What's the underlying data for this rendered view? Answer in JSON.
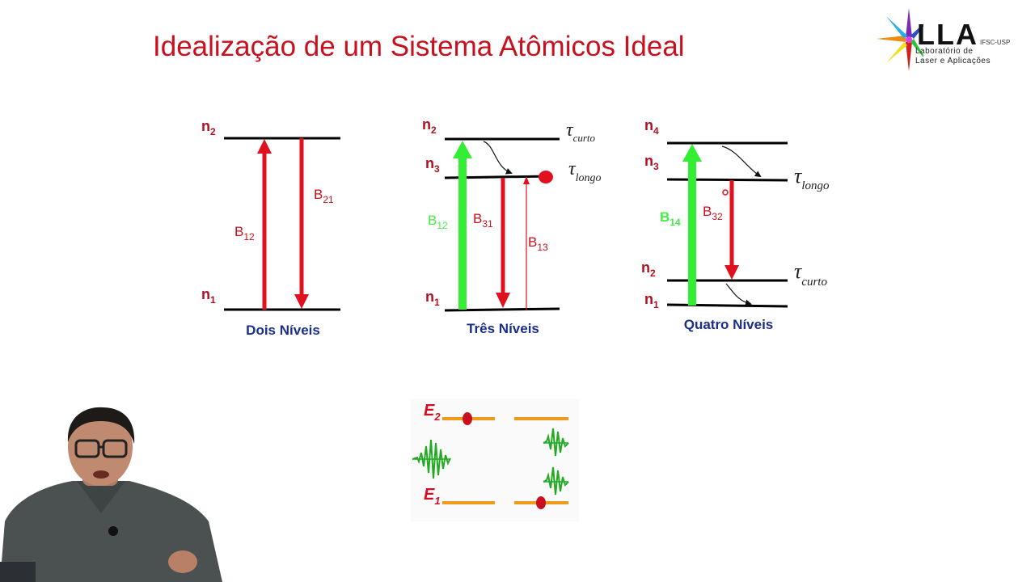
{
  "slide": {
    "title": "Idealização de um Sistema  Atômicos Ideal"
  },
  "logo": {
    "main": "LLA",
    "tag": "IFSC-USP",
    "line1": "Laboratório de",
    "line2": "Laser e Aplicações"
  },
  "colors": {
    "title": "#c8101e",
    "red_arrow": "#e0101e",
    "green_arrow": "#33ee33",
    "level_label": "#b01020",
    "caption": "#1a2f8a",
    "energy_level": "#f09a1c",
    "photon": "#22aa22"
  },
  "two_level": {
    "caption": "Dois Níveis",
    "upper": {
      "n": "n",
      "sub": "2"
    },
    "lower": {
      "n": "n",
      "sub": "1"
    },
    "absorption": {
      "B": "B",
      "sub": "12"
    },
    "emission": {
      "B": "B",
      "sub": "21"
    }
  },
  "three_level": {
    "caption": "Três Níveis",
    "n2": {
      "n": "n",
      "sub": "2"
    },
    "n3": {
      "n": "n",
      "sub": "3"
    },
    "n1": {
      "n": "n",
      "sub": "1"
    },
    "pump": {
      "B": "B",
      "sub": "12"
    },
    "laser": {
      "B": "B",
      "sub": "31"
    },
    "abs": {
      "B": "B",
      "sub": "13"
    },
    "tau_short": {
      "tau": "τ",
      "sub": "curto"
    },
    "tau_long": {
      "tau": "τ",
      "sub": "longo"
    }
  },
  "four_level": {
    "caption": "Quatro Níveis",
    "n4": {
      "n": "n",
      "sub": "4"
    },
    "n3": {
      "n": "n",
      "sub": "3"
    },
    "n2": {
      "n": "n",
      "sub": "2"
    },
    "n1": {
      "n": "n",
      "sub": "1"
    },
    "pump": {
      "B": "B",
      "sub": "14"
    },
    "laser": {
      "B": "B",
      "sub": "32"
    },
    "tau_long": {
      "tau": "τ",
      "sub": "longo"
    },
    "tau_short": {
      "tau": "τ",
      "sub": "curto"
    }
  },
  "stimulated": {
    "E2": {
      "E": "E",
      "sub": "2"
    },
    "E1": {
      "E": "E",
      "sub": "1"
    }
  }
}
